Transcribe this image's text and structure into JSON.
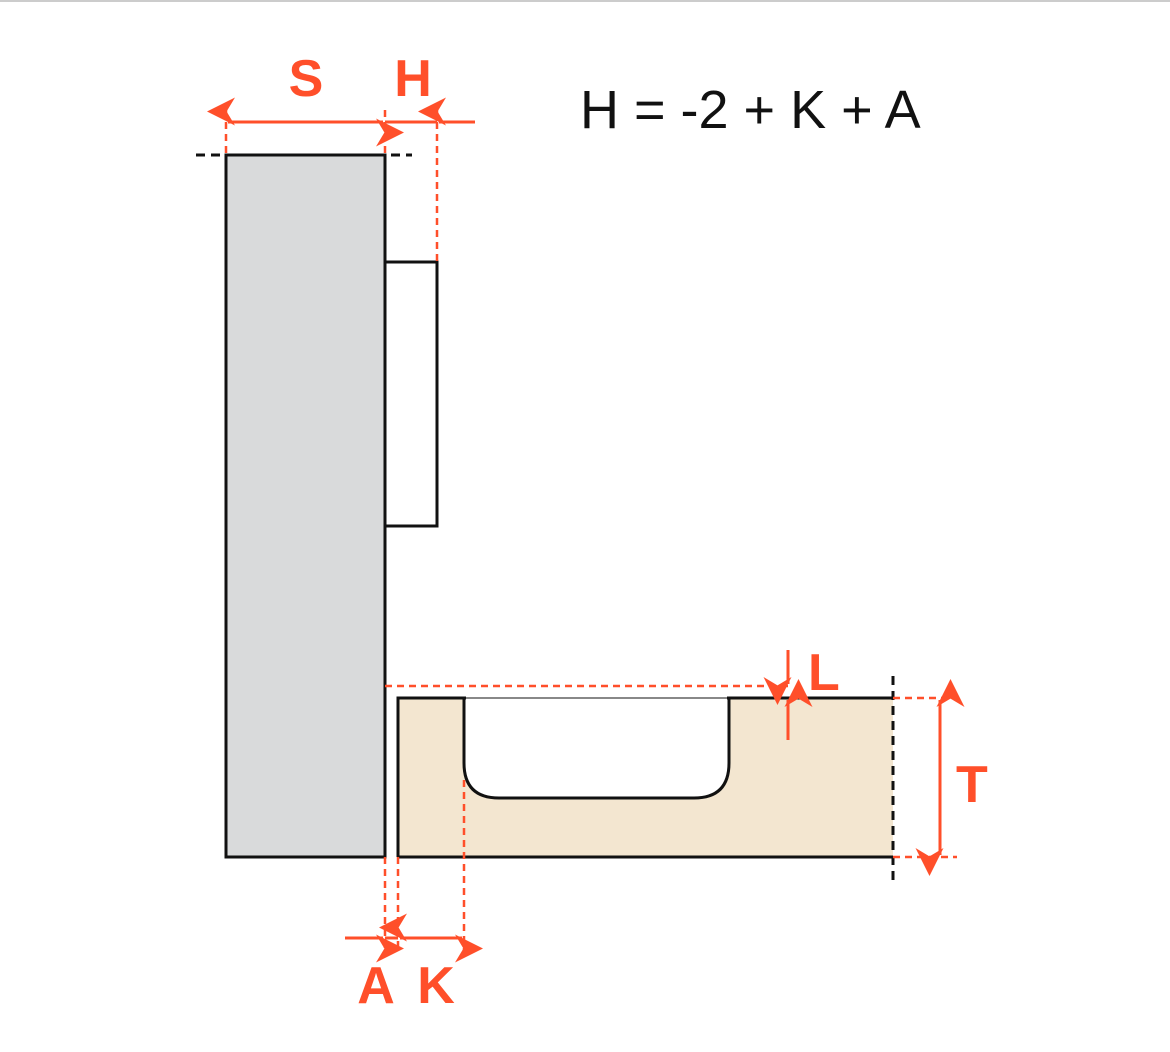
{
  "formula": "H = -2 + K + A",
  "labels": {
    "S": "S",
    "H": "H",
    "L": "L",
    "T": "T",
    "A": "A",
    "K": "K"
  },
  "colors": {
    "dimension": "#ff4f2a",
    "cabinet": "#d9dadb",
    "door": "#f3e6d0",
    "outline": "#111111"
  }
}
